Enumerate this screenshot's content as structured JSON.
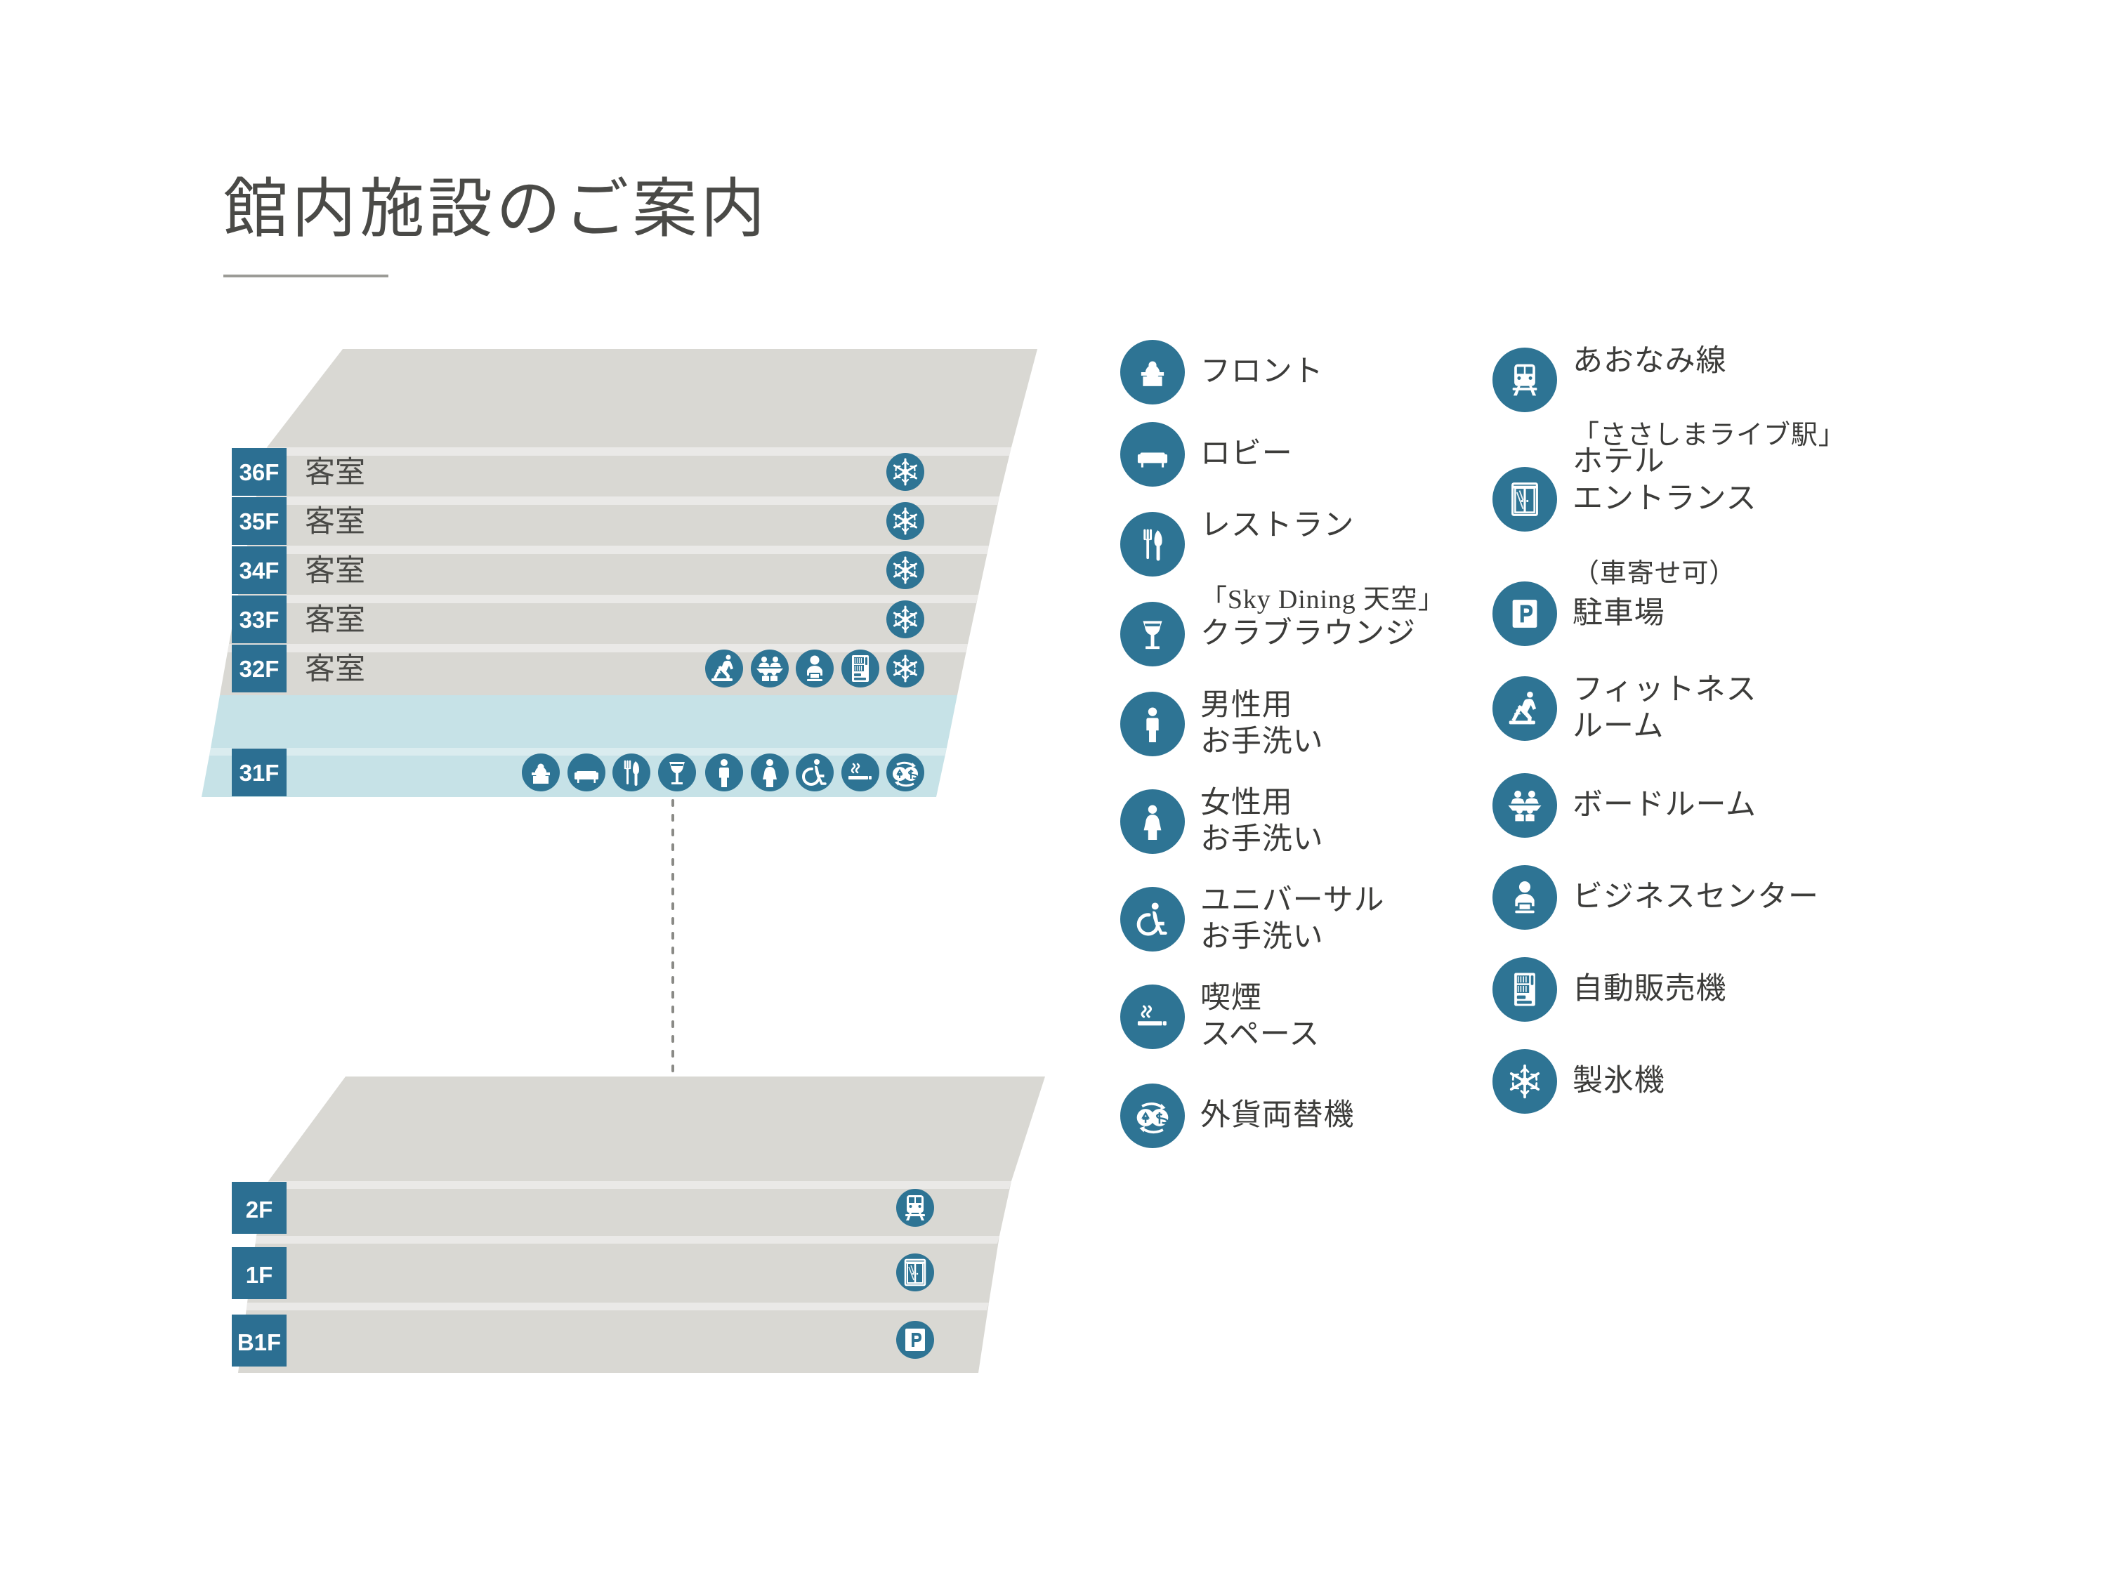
{
  "page": {
    "title": "館内施設のご案内"
  },
  "colors": {
    "accent_blue": "#2e7494",
    "badge_blue": "#2c6f92",
    "slab_gray": "#d9d8d3",
    "slab_highlight": "#c6e2e7",
    "title_gray": "#4a4a47",
    "rule_gray": "#9b9b96",
    "dotted_gray": "#8a8a86"
  },
  "floor_diagram": {
    "upper_floors": [
      {
        "badge": "36F",
        "name": "客室",
        "icons": [
          "ice-machine-icon"
        ]
      },
      {
        "badge": "35F",
        "name": "客室",
        "icons": [
          "ice-machine-icon"
        ]
      },
      {
        "badge": "34F",
        "name": "客室",
        "icons": [
          "ice-machine-icon"
        ]
      },
      {
        "badge": "33F",
        "name": "客室",
        "icons": [
          "ice-machine-icon"
        ]
      },
      {
        "badge": "32F",
        "name": "客室",
        "icons": [
          "fitness-icon",
          "boardroom-icon",
          "business-center-icon",
          "vending-machine-icon",
          "ice-machine-icon"
        ]
      },
      {
        "badge": "31F",
        "name": "",
        "highlight": true,
        "icons": [
          "front-desk-icon",
          "lobby-icon",
          "restaurant-icon",
          "club-lounge-icon",
          "mens-restroom-icon",
          "womens-restroom-icon",
          "universal-restroom-icon",
          "smoking-icon",
          "currency-exchange-icon"
        ]
      }
    ],
    "lower_floors": [
      {
        "badge": "2F",
        "name": "",
        "icons": [
          "train-icon"
        ]
      },
      {
        "badge": "1F",
        "name": "",
        "icons": [
          "hotel-entrance-icon"
        ]
      },
      {
        "badge": "B1F",
        "name": "",
        "icons": [
          "parking-icon"
        ]
      }
    ]
  },
  "legend": {
    "left_column": [
      {
        "icon": "front-desk-icon",
        "label": "フロント"
      },
      {
        "icon": "lobby-icon",
        "label": "ロビー"
      },
      {
        "icon": "restaurant-icon",
        "label": "レストラン",
        "sub": "「Sky Dining 天空」"
      },
      {
        "icon": "club-lounge-icon",
        "label": "クラブラウンジ"
      },
      {
        "icon": "mens-restroom-icon",
        "label": "男性用\nお手洗い"
      },
      {
        "icon": "womens-restroom-icon",
        "label": "女性用\nお手洗い"
      },
      {
        "icon": "universal-restroom-icon",
        "label": "ユニバーサル\nお手洗い"
      },
      {
        "icon": "smoking-icon",
        "label": "喫煙\nスペース"
      },
      {
        "icon": "currency-exchange-icon",
        "label": "外貨両替機"
      }
    ],
    "right_column": [
      {
        "icon": "train-icon",
        "label": "あおなみ線",
        "sub": "「ささしまライブ駅」"
      },
      {
        "icon": "hotel-entrance-icon",
        "label": "ホテル\nエントランス",
        "sub": "（車寄せ可）"
      },
      {
        "icon": "parking-icon",
        "label": "駐車場"
      },
      {
        "icon": "fitness-icon",
        "label": "フィットネス\nルーム"
      },
      {
        "icon": "boardroom-icon",
        "label": "ボードルーム"
      },
      {
        "icon": "business-center-icon",
        "label": "ビジネスセンター"
      },
      {
        "icon": "vending-machine-icon",
        "label": "自動販売機"
      },
      {
        "icon": "ice-machine-icon",
        "label": "製氷機"
      }
    ]
  }
}
